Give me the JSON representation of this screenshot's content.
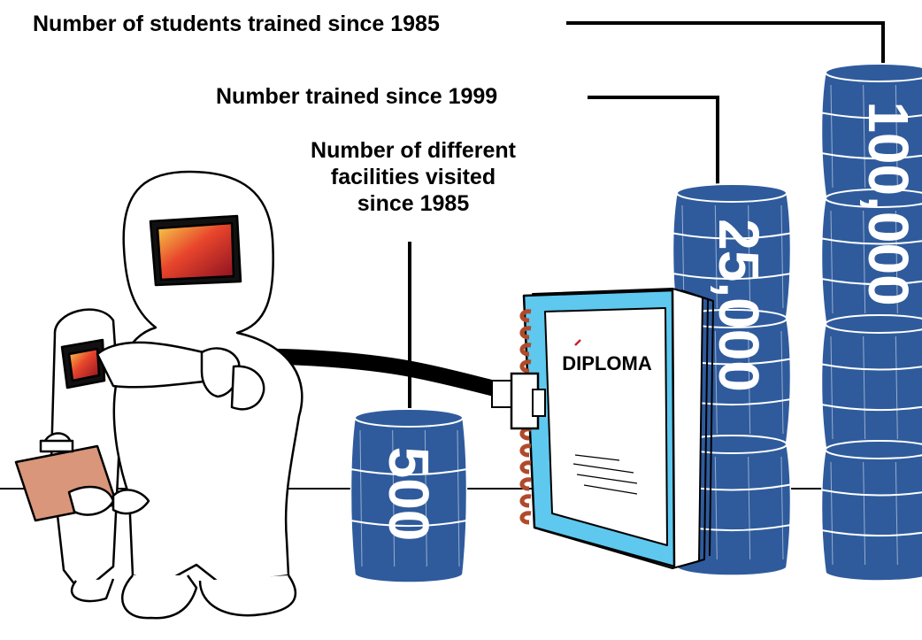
{
  "labels": {
    "students_since_1985": "Number of students trained since 1985",
    "trained_since_1999": "Number trained since 1999",
    "facilities_line1": "Number of different",
    "facilities_line2": "facilities visited",
    "facilities_line3": "since 1985"
  },
  "figures": {
    "facilities": "500",
    "trained_1999": "25,000",
    "students_1985": "100,000"
  },
  "diploma": {
    "title": "DIPLOMA"
  },
  "colors": {
    "barrel": "#2f5b9c",
    "diploma_cover": "#5ec8ee",
    "visor": "#c8232c"
  }
}
